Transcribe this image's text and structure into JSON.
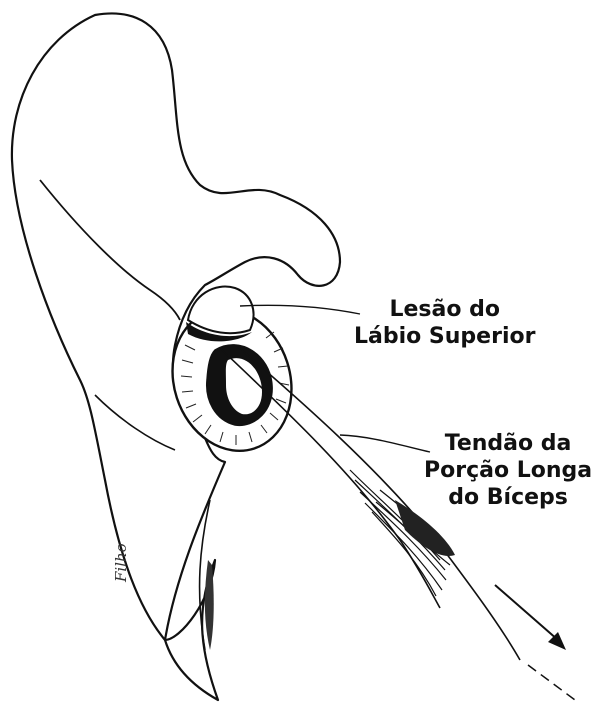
{
  "labels": {
    "labrum_lesion": [
      "Lesão do",
      "Lábio Superior"
    ],
    "biceps_tendon": [
      "Tendão da",
      "Porção Longa",
      "do Bíceps"
    ]
  },
  "signature": "Filho",
  "colors": {
    "ink": "#111111",
    "background": "#ffffff"
  }
}
